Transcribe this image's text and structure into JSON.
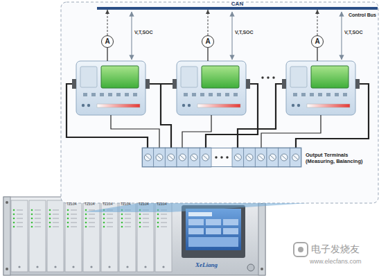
{
  "diagram": {
    "nodes": [
      {
        "text": [
          "CAN",
          "Control Bus"
        ]
      },
      {
        "text": [
          "A"
        ]
      },
      {
        "text": [
          "A"
        ]
      },
      {
        "text": [
          "A"
        ]
      },
      {
        "text": [
          "Output Terminals (Measuring, Balancing)"
        ]
      }
    ],
    "edges": [
      {
        "from": 1,
        "to": 0,
        "arrow": "to"
      },
      {
        "from": 2,
        "to": 0,
        "arrow": "to"
      },
      {
        "from": 3,
        "to": 0,
        "arrow": "to"
      }
    ],
    "labels": [
      "V,T,SOC",
      "V,T,SOC",
      "V,T,SOC",
      "TZ104",
      "TZ104",
      "TZ104",
      "TZ104",
      "TZ104",
      "TZ104",
      "XeLiang",
      "电子发烧友",
      "www.elecfans.com"
    ]
  }
}
